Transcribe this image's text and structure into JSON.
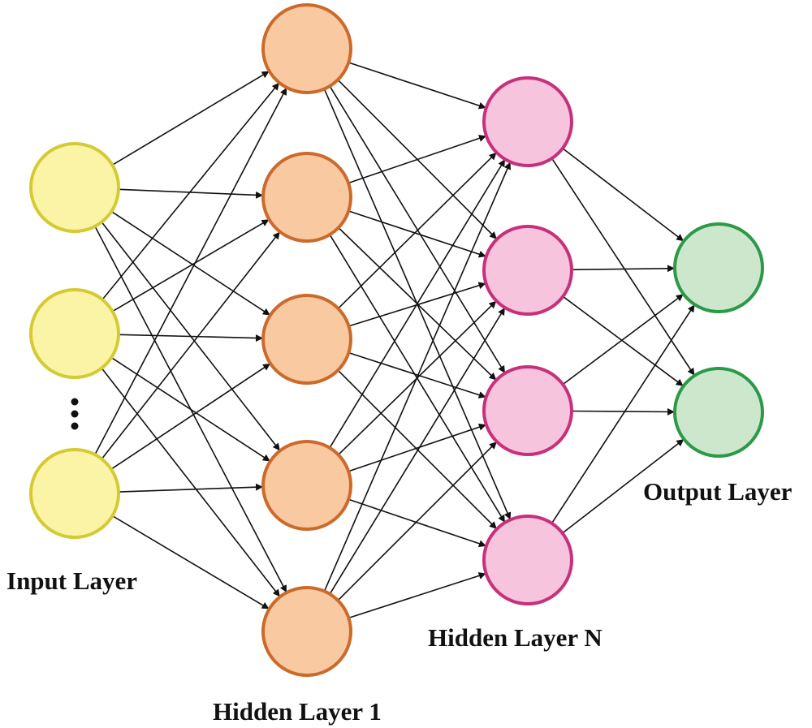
{
  "layers": [
    {
      "id": "input",
      "label": "Input Layer",
      "node_count": 3,
      "fill": "#fbf3a6",
      "stroke": "#d4cb33",
      "has_ellipsis": true
    },
    {
      "id": "hidden1",
      "label": "Hidden Layer 1",
      "node_count": 5,
      "fill": "#f9c9a1",
      "stroke": "#cc6a2b",
      "has_ellipsis": false
    },
    {
      "id": "hiddenN",
      "label": "Hidden Layer N",
      "node_count": 4,
      "fill": "#f6c4dc",
      "stroke": "#c7307a",
      "has_ellipsis": false
    },
    {
      "id": "output",
      "label": "Output Layer",
      "node_count": 2,
      "fill": "#cde7cc",
      "stroke": "#2b9a48",
      "has_ellipsis": false
    }
  ],
  "connectivity": "fully-connected",
  "edge_color": "#111111"
}
